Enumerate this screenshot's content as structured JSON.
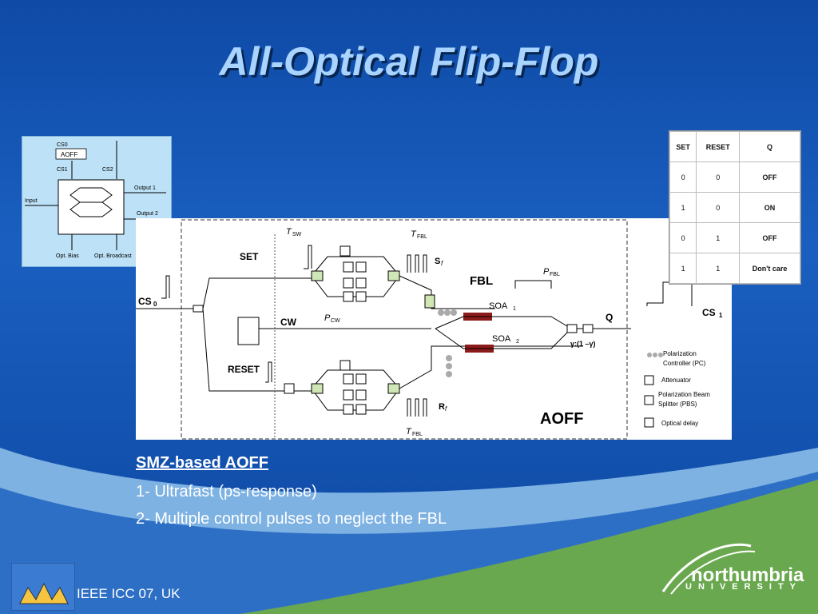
{
  "slide": {
    "title": "All-Optical Flip-Flop",
    "footer": "IEEE ICC 07, UK",
    "subtitle": "SMZ-based AOFF",
    "points": [
      "1- Ultrafast (ps-response)",
      "2- Multiple control pulses to neglect the FBL"
    ],
    "logo": {
      "name": "northumbria",
      "subname": "UNIVERSITY"
    }
  },
  "block_diagram": {
    "cs0": "CS0",
    "box": "AOFF",
    "cs1": "CS1",
    "cs2": "CS2",
    "input": "Input",
    "output1": "Output 1",
    "output2": "Output 2",
    "opt_bias": "Opt. Bias",
    "opt_broadcast": "Opt. Broadcast"
  },
  "truth_table": {
    "headers": [
      "SET",
      "RESET",
      "Q"
    ],
    "rows": [
      [
        "0",
        "0",
        "OFF"
      ],
      [
        "1",
        "0",
        "ON"
      ],
      [
        "0",
        "1",
        "OFF"
      ],
      [
        "1",
        "1",
        "Don't care"
      ]
    ]
  },
  "circuit": {
    "tsw": "T",
    "tsw_sub": "SW",
    "tfbl": "T",
    "tfbl_sub": "FBL",
    "set": "SET",
    "reset": "RESET",
    "cw": "CW",
    "cs0": "CS",
    "cs0_sub": "0",
    "cs1": "CS",
    "cs1_sub": "1",
    "sf": "S",
    "sf_sub": "f",
    "rf": "R",
    "rf_sub": "f",
    "fbl": "FBL",
    "pfbl": "P",
    "pfbl_sub": "FBL",
    "pcw": "P",
    "pcw_sub": "CW",
    "soa1": "SOA",
    "soa1_sub": "1",
    "soa2": "SOA",
    "soa2_sub": "2",
    "q": "Q",
    "gamma": "γ:(1 –γ)",
    "aoff": "AOFF",
    "legend": [
      "Polarization Controller (PC)",
      "Attenuator",
      "Polarization Beam Splitter (PBS)",
      "Optical delay"
    ]
  },
  "colors": {
    "background": "#0f4aa6",
    "title": "#a9d4ff",
    "soa": "#8b1a1a"
  }
}
